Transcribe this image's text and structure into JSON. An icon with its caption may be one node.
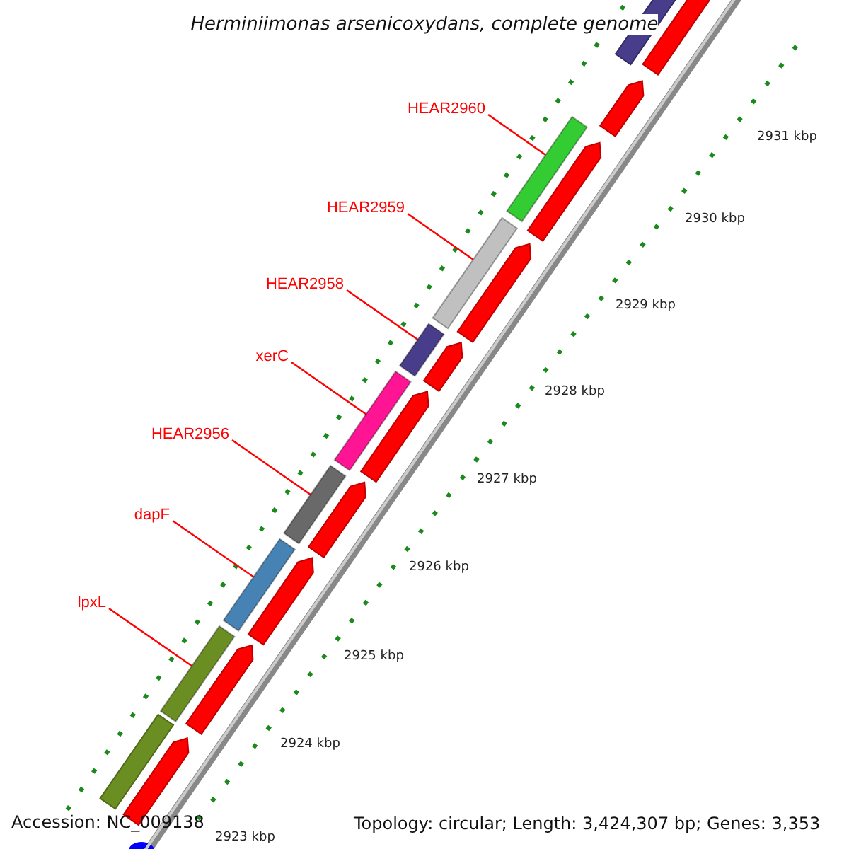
{
  "diagram": {
    "title": "Herminiimonas arsenicoxydans, complete genome",
    "nodes": [
      {
        "text": [
          "HEAR2960"
        ]
      },
      {
        "text": [],
        "shape": "bar"
      },
      {
        "text": [
          "HEAR2959"
        ]
      },
      {
        "text": [],
        "shape": "bar"
      },
      {
        "text": [
          "HEAR2958"
        ]
      },
      {
        "text": [],
        "shape": "bar"
      },
      {
        "text": [
          "xerC"
        ]
      },
      {
        "text": [],
        "shape": "bar"
      },
      {
        "text": [
          "HEAR2956"
        ]
      },
      {
        "text": [],
        "shape": "bar"
      },
      {
        "text": [
          "dapF"
        ]
      },
      {
        "text": [],
        "shape": "bar"
      },
      {
        "text": [
          "lpxL"
        ]
      },
      {
        "text": [],
        "shape": "bar"
      }
    ],
    "edges": [
      {
        "from": 0,
        "to": 1,
        "arrow": "none"
      },
      {
        "from": 2,
        "to": 3,
        "arrow": "none"
      },
      {
        "from": 4,
        "to": 5,
        "arrow": "none"
      },
      {
        "from": 6,
        "to": 7,
        "arrow": "none"
      },
      {
        "from": 8,
        "to": 9,
        "arrow": "none"
      },
      {
        "from": 10,
        "to": 11,
        "arrow": "none"
      },
      {
        "from": 12,
        "to": 13,
        "arrow": "none"
      }
    ],
    "labels": [
      "2931 kbp",
      "2930 kbp",
      "2929 kbp",
      "2928 kbp",
      "2927 kbp",
      "2926 kbp",
      "2925 kbp",
      "2924 kbp",
      "Accession: NC_009138",
      "2923 kbp",
      "Topology: circular; Length: 3,424,307 bp; Genes: 3,353"
    ]
  }
}
